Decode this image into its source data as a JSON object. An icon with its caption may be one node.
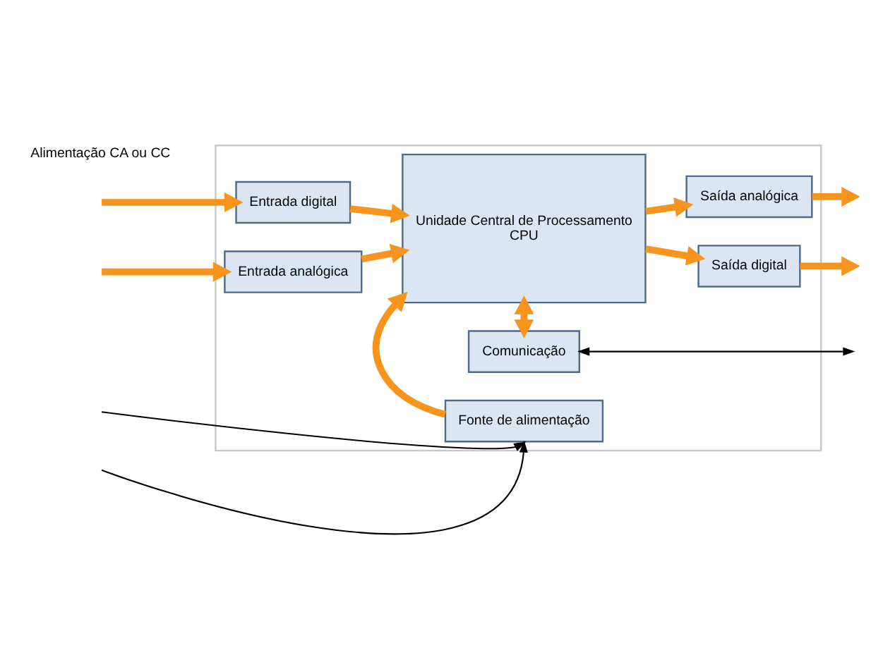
{
  "diagram": {
    "nodes": [
      {
        "text": [],
        "shape": "box"
      },
      {
        "text": [
          "Comunicação"
        ],
        "in": 0
      },
      {
        "text": [
          "Entrada digital"
        ],
        "in": 0
      },
      {
        "text": [
          "Entrada analógica"
        ],
        "in": 0
      },
      {
        "text": [
          "Unidade Central de Processamento",
          "CPU"
        ],
        "in": 0
      },
      {
        "text": [
          "Saída digital"
        ],
        "in": 0
      },
      {
        "text": [
          "Saída analógica"
        ],
        "in": 0
      },
      {
        "text": [
          "Fonte de alimentação"
        ],
        "in": 0
      }
    ],
    "edges": [
      {
        "from": null,
        "to": 2,
        "arrow": "to"
      },
      {
        "from": null,
        "to": 3,
        "arrow": "to"
      },
      {
        "from": 2,
        "to": 4,
        "arrow": "to"
      },
      {
        "from": 3,
        "to": 4,
        "arrow": "to"
      },
      {
        "from": 4,
        "to": 5,
        "arrow": "to"
      },
      {
        "from": 4,
        "to": 6,
        "arrow": "to"
      },
      {
        "from": 5,
        "to": null,
        "arrow": "to"
      },
      {
        "from": 6,
        "to": null,
        "arrow": "to"
      },
      {
        "from": 4,
        "to": 1,
        "arrow": "both"
      },
      {
        "from": 7,
        "to": 4,
        "arrow": "to"
      },
      {
        "from": 1,
        "to": null,
        "arrow": "both",
        "color": "#000000"
      },
      {
        "from": null,
        "to": 7,
        "arrow": "to",
        "color": "#000000"
      },
      {
        "from": null,
        "to": 7,
        "arrow": "to",
        "color": "#000000"
      }
    ],
    "labels": [
      "Alimentação CA ou CC"
    ]
  }
}
